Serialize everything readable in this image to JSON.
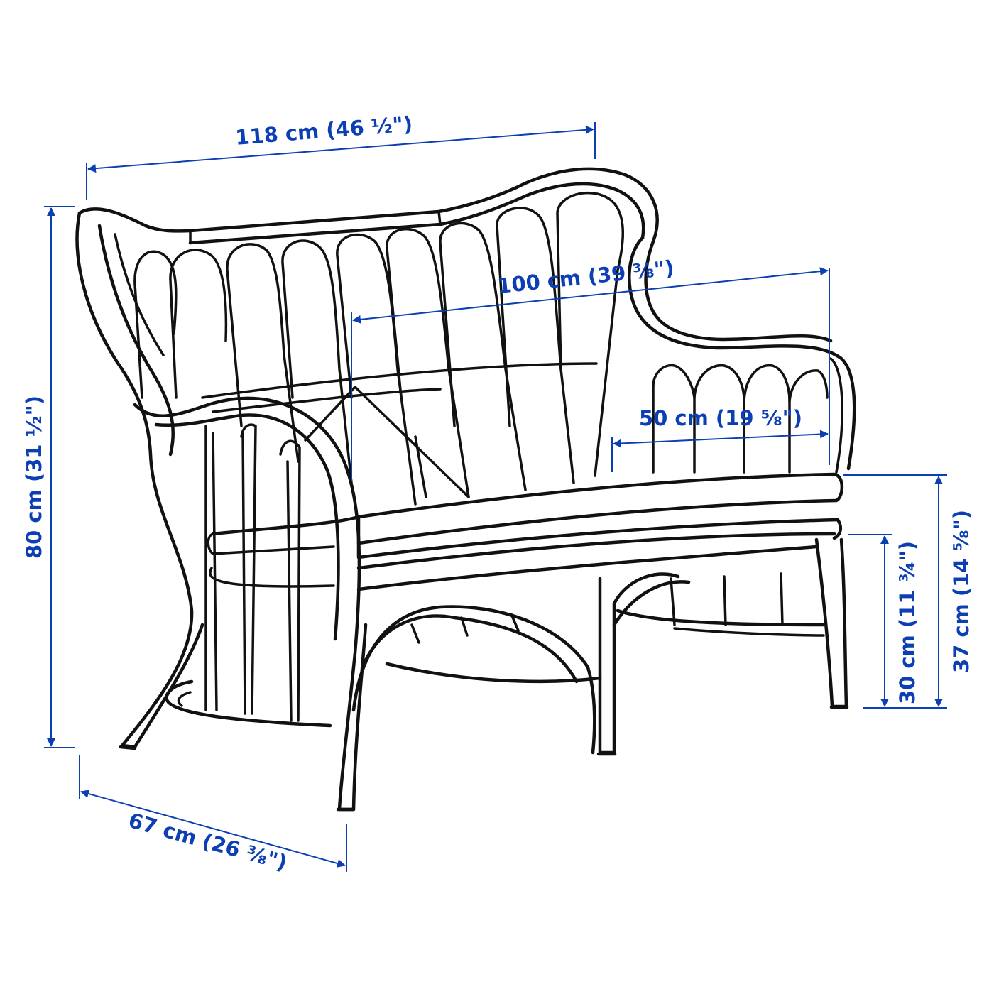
{
  "colors": {
    "dimension": "#0b3fb3",
    "outline": "#111111",
    "background": "#ffffff"
  },
  "dimensions": {
    "total_width": "118 cm (46 ½\")",
    "seat_width": "100 cm (39 ⅜\")",
    "seat_depth": "50 cm (19 ⅝\")",
    "total_height": "80 cm (31 ½\")",
    "seat_height": "37 cm (14 ⅝\")",
    "free_height_under": "30 cm (11 ¾\")",
    "total_depth": "67 cm (26 ⅜\")"
  }
}
